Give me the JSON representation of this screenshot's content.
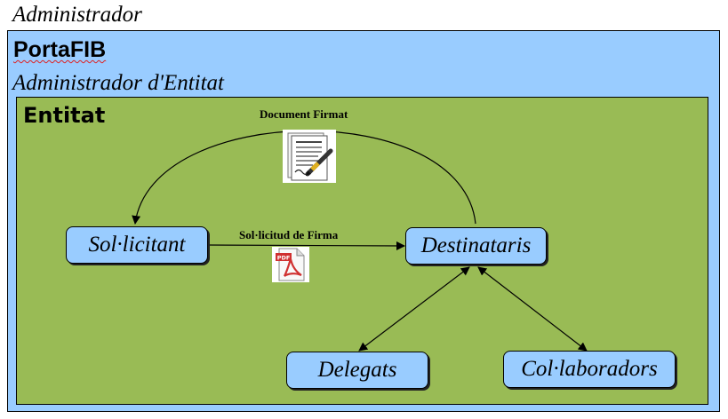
{
  "outer": {
    "label": "Administrador"
  },
  "app": {
    "title": "PortaFIB"
  },
  "role": {
    "label": "Administrador  d'Entitat"
  },
  "entity": {
    "title": "Entitat"
  },
  "nodes": {
    "sollicitant": "Sol·licitant",
    "destinataris": "Destinataris",
    "delegats": "Delegats",
    "collaboradors": "Col·laboradors"
  },
  "edges": {
    "document_firmat": "Document Firmat",
    "sollicitud_firma": "Sol·licitud de Firma"
  },
  "icons": {
    "signed_document": "signed-document-icon",
    "pdf_document": "pdf-icon"
  },
  "colors": {
    "outer_fill": "#99ccff",
    "entity_fill": "#99bb55",
    "node_fill": "#99ccff",
    "pdf_red": "#d03030"
  }
}
